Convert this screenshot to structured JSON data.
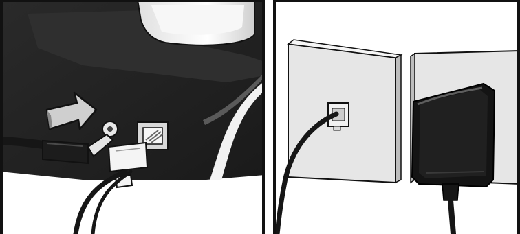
{
  "figure": {
    "panels": [
      {
        "id": "left",
        "subject": "base-station-rear-connectors"
      },
      {
        "id": "right",
        "subject": "wall-sockets"
      }
    ]
  },
  "colors": {
    "outline": "#111111",
    "base_dark": "#1e1e1e",
    "base_mid": "#3a3a3a",
    "wall_plate": "#e8e8e8",
    "wall_bg": "#d2d2d2",
    "arrow_fill": "#cfcfcf",
    "cable": "#161616"
  },
  "icons": {
    "insert_arrow": "arrow-right-icon"
  }
}
